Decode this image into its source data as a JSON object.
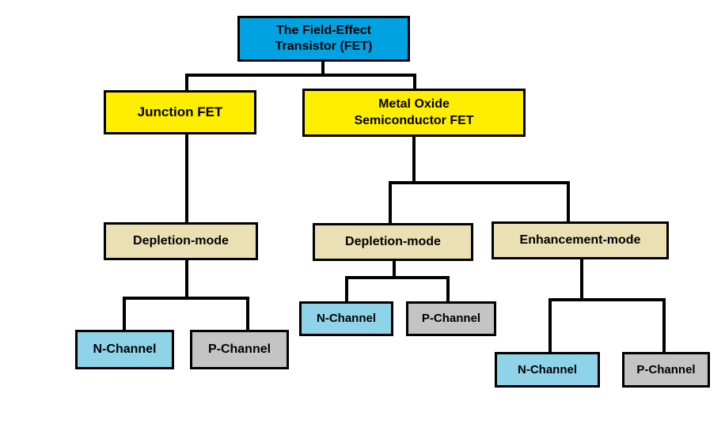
{
  "diagram": {
    "title": "The Field-Effect Transistor (FET) classification tree",
    "type": "tree-diagram",
    "background": "#ffffff",
    "line_color": "#000000",
    "palette": {
      "root_blue": "#00a2e2",
      "yellow": "#ffee00",
      "tan": "#ebe0b4",
      "light_blue": "#8fd3e8",
      "gray": "#c4c4c4",
      "border": "#000000",
      "text": "#000000"
    }
  },
  "nodes": {
    "root": {
      "line1": "The Field-Effect",
      "line2": "Transistor (FET)",
      "color": "#00a2e2"
    },
    "jfet": {
      "line1": "Junction FET",
      "line2": "",
      "color": "#ffee00"
    },
    "mosfet": {
      "line1": "Metal Oxide",
      "line2": "Semiconductor FET",
      "color": "#ffee00"
    },
    "jfet_depletion": {
      "line1": "Depletion-mode",
      "color": "#ebe0b4"
    },
    "mosfet_depletion": {
      "line1": "Depletion-mode",
      "color": "#ebe0b4"
    },
    "mosfet_enhancement": {
      "line1": "Enhancement-mode",
      "color": "#ebe0b4"
    },
    "jfet_dep_n": {
      "line1": "N-Channel",
      "color": "#8fd3e8"
    },
    "jfet_dep_p": {
      "line1": "P-Channel",
      "color": "#c4c4c4"
    },
    "mos_dep_n": {
      "line1": "N-Channel",
      "color": "#8fd3e8"
    },
    "mos_dep_p": {
      "line1": "P-Channel",
      "color": "#c4c4c4"
    },
    "mos_enh_n": {
      "line1": "N-Channel",
      "color": "#8fd3e8"
    },
    "mos_enh_p": {
      "line1": "P-Channel",
      "color": "#c4c4c4"
    }
  },
  "hierarchy": {
    "root": "The Field-Effect Transistor (FET)",
    "children": [
      {
        "label": "Junction FET",
        "children": [
          {
            "label": "Depletion-mode",
            "children": [
              {
                "label": "N-Channel"
              },
              {
                "label": "P-Channel"
              }
            ]
          }
        ]
      },
      {
        "label": "Metal Oxide Semiconductor FET",
        "children": [
          {
            "label": "Depletion-mode",
            "children": [
              {
                "label": "N-Channel"
              },
              {
                "label": "P-Channel"
              }
            ]
          },
          {
            "label": "Enhancement-mode",
            "children": [
              {
                "label": "N-Channel"
              },
              {
                "label": "P-Channel"
              }
            ]
          }
        ]
      }
    ]
  }
}
